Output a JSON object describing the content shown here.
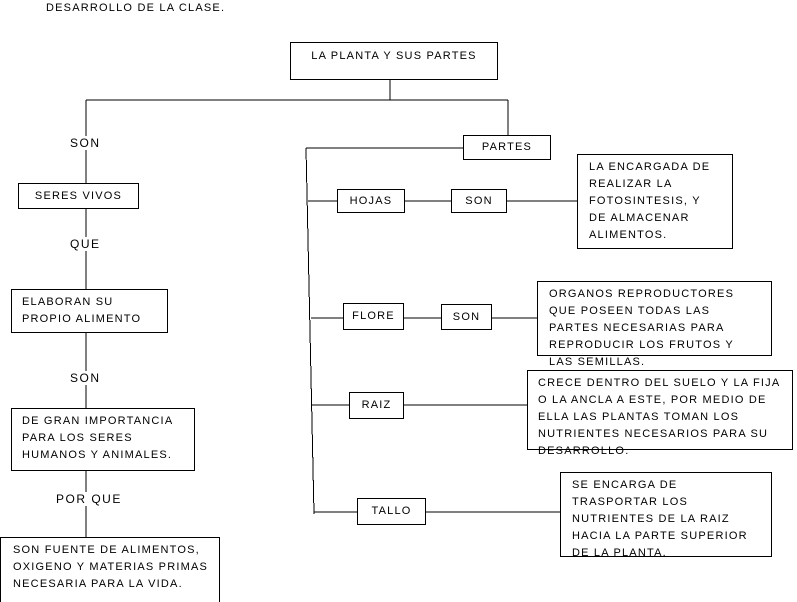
{
  "heading": "DESARROLLO DE LA CLASE.",
  "root": "LA PLANTA Y SUS PARTES",
  "left": {
    "connector_1": "SON",
    "node_1": "SERES VIVOS",
    "connector_2": "QUE",
    "node_2": "ELABORAN   SU PROPIO ALIMENTO",
    "connector_3": "SON",
    "node_3": "DE GRAN IMPORTANCIA PARA LOS SERES HUMANOS Y ANIMALES.",
    "connector_4": "POR QUE",
    "node_4": "SON FUENTE DE ALIMENTOS, OXIGENO Y MATERIAS PRIMAS NECESARIA PARA LA VIDA."
  },
  "right": {
    "parts": "PARTES",
    "hojas": {
      "label": "HOJAS",
      "connector": "SON",
      "description": "LA ENCARGADA DE REALIZAR LA FOTOSINTESIS, Y DE ALMACENAR ALIMENTOS."
    },
    "flore": {
      "label": "FLORE",
      "connector": "SON",
      "description": "ORGANOS REPRODUCTORES QUE POSEEN TODAS LAS PARTES NECESARIAS PARA REPRODUCIR LOS FRUTOS Y LAS SEMILLAS."
    },
    "raiz": {
      "label": "RAIZ",
      "description": "CRECE DENTRO DEL SUELO Y LA FIJA O LA ANCLA A ESTE, POR MEDIO DE ELLA LAS PLANTAS TOMAN LOS NUTRIENTES NECESARIOS PARA SU DESARROLLO."
    },
    "tallo": {
      "label": "TALLO",
      "description": "SE ENCARGA DE TRASPORTAR LOS NUTRIENTES DE LA RAIZ HACIA LA PARTE SUPERIOR DE LA PLANTA."
    }
  }
}
